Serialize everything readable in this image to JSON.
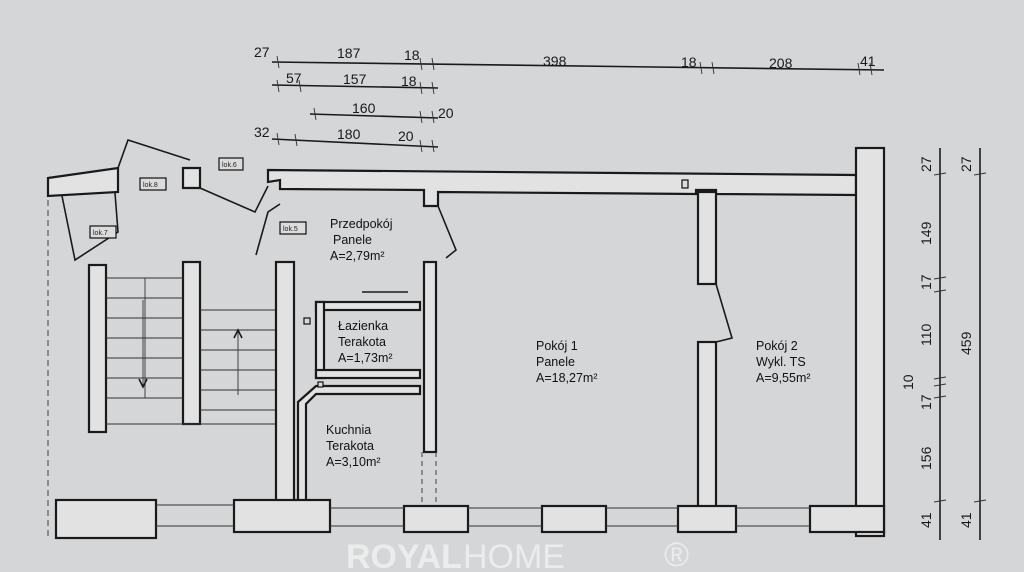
{
  "top_dimensions": {
    "row1": [
      "27",
      "187",
      "18",
      "398",
      "18",
      "208",
      "41"
    ],
    "row2": [
      "57",
      "157",
      "18"
    ],
    "row3": [
      "160",
      "20"
    ],
    "row4": [
      "32",
      "180",
      "20"
    ]
  },
  "right_dimensions": {
    "inner": [
      "27",
      "149",
      "17",
      "110",
      "10",
      "17",
      "156",
      "41"
    ],
    "outer": [
      "27",
      "459",
      "41"
    ]
  },
  "rooms": {
    "przedpokoj": {
      "name": "Przedpokój",
      "floor": "Panele",
      "area": "A=2,79m²"
    },
    "lazienka": {
      "name": "Łazienka",
      "floor": "Terakota",
      "area": "A=1,73m²"
    },
    "kuchnia": {
      "name": "Kuchnia",
      "floor": "Terakota",
      "area": "A=3,10m²"
    },
    "pokoj1": {
      "name": "Pokój 1",
      "floor": "Panele",
      "area": "A=18,27m²"
    },
    "pokoj2": {
      "name": "Pokój 2",
      "floor": "Wykl. TS",
      "area": "A=9,55m²"
    }
  },
  "neighbour_tags": [
    "lok.5",
    "lok.6",
    "lok.7",
    "lok.8"
  ],
  "watermark": {
    "left": "ROYAL",
    "right": "HOME",
    "mark": "®"
  }
}
